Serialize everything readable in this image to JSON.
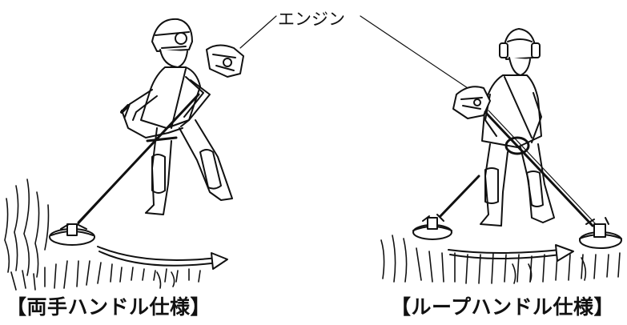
{
  "labels": {
    "engine": "エンジン",
    "left_caption": "【両手ハンドル仕様】",
    "right_caption": "【ループハンドル仕様】"
  },
  "colors": {
    "ink": "#111111",
    "paper": "#ffffff"
  }
}
